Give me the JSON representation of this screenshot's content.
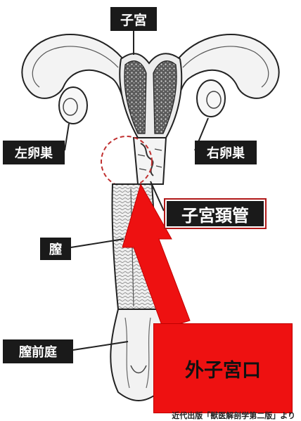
{
  "labels": {
    "uterus": "子宮",
    "left_ovary": "左卵巣",
    "right_ovary": "右卵巣",
    "cervical_canal": "子宮頚管",
    "vagina": "膣",
    "vestibule": "膣前庭"
  },
  "callout": {
    "text": "外子宮口"
  },
  "source_note": "近代出版「獣医解剖学第二版」より",
  "colors": {
    "arrow": "#ee1111",
    "callout_bg": "#ee1111",
    "circle_outline": "#c03030",
    "label_bg": "#1a1a1a",
    "label_text": "#ffffff"
  }
}
